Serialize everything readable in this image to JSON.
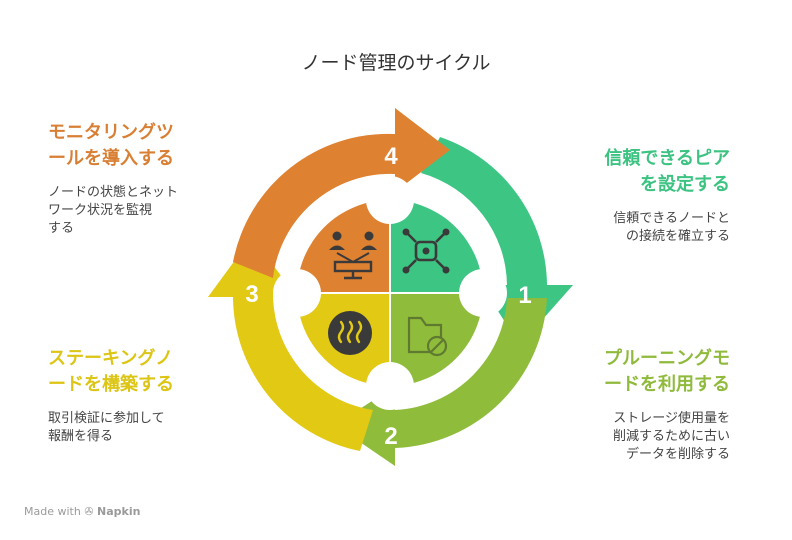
{
  "title": "ノード管理のサイクル",
  "steps": [
    {
      "number": "1",
      "heading": [
        "信頼できるピア",
        "を設定する"
      ],
      "description": [
        "信頼できるノードと",
        "の接続を確立する"
      ],
      "color": "#3dc583",
      "icon": "network-nodes-icon"
    },
    {
      "number": "2",
      "heading": [
        "プルーニングモ",
        "ードを利用する"
      ],
      "description": [
        "ストレージ使用量を",
        "削減するために古い",
        "データを削除する"
      ],
      "color": "#8fbd3b",
      "icon": "folder-blocked-icon"
    },
    {
      "number": "3",
      "heading": [
        "ステーキングノ",
        "ードを構築する"
      ],
      "description": [
        "取引検証に参加して",
        "報酬を得る"
      ],
      "color": "#e2c914",
      "icon": "heat-waves-icon"
    },
    {
      "number": "4",
      "heading": [
        "モニタリングツ",
        "ールを導入する"
      ],
      "description": [
        "ノードの状態とネット",
        "ワーク状況を監視",
        "する"
      ],
      "color": "#de8131",
      "icon": "monitoring-users-icon"
    }
  ],
  "footer": {
    "prefix": "Made with",
    "brand": "Napkin"
  }
}
